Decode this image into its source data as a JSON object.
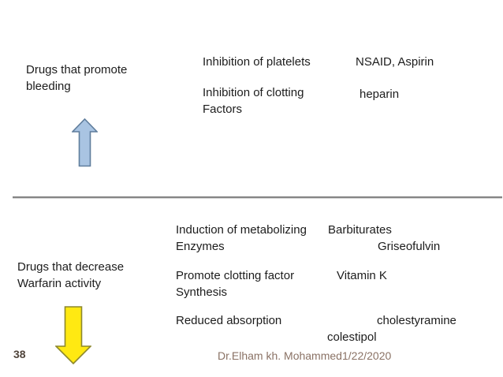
{
  "sections": {
    "promote": {
      "label": "Drugs that promote\nbleeding",
      "mechanism_platelets": "Inhibition of platelets",
      "drugs_platelets": "NSAID, Aspirin",
      "mechanism_clotting": "Inhibition of clotting\nFactors",
      "drugs_clotting": "heparin"
    },
    "decrease": {
      "label": "Drugs that decrease\nWarfarin activity",
      "mechanism_induction": "Induction of metabolizing\nEnzymes",
      "drug_barbiturates": "Barbiturates",
      "drug_griseofulvin": "Griseofulvin",
      "mechanism_promote_clotting": "Promote clotting factor\nSynthesis",
      "drug_vitamin_k": "Vitamin K",
      "mechanism_reduced_absorption": "Reduced absorption",
      "drug_cholestyramine": "cholestyramine",
      "drug_colestipol": "colestipol"
    }
  },
  "footer": {
    "page_number": "38",
    "author": "Dr.Elham kh. Mohammed",
    "date": "1/22/2020"
  },
  "icons": {
    "up_arrow": "up-arrow-icon",
    "down_arrow": "down-arrow-icon"
  },
  "colors": {
    "body_text": "#1c1c1c",
    "footer_text": "#8a7265",
    "page_number_text": "#50443b",
    "divider": "#848484",
    "up_arrow_fill": "#a9c4e2",
    "up_arrow_stroke": "#5f7d9c",
    "down_arrow_fill": "#ffe912",
    "down_arrow_stroke": "#8c872d",
    "background": "#ffffff"
  }
}
